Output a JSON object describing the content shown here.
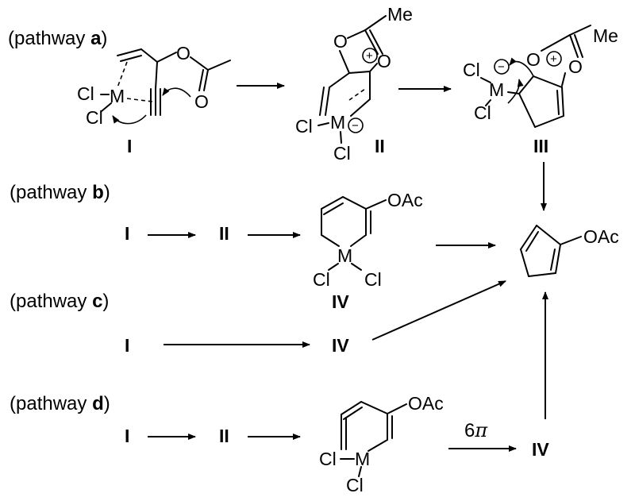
{
  "pathways": {
    "a": {
      "prefix": "(pathway ",
      "letter": "a",
      "suffix": ")"
    },
    "b": {
      "prefix": "(pathway ",
      "letter": "b",
      "suffix": ")"
    },
    "c": {
      "prefix": "(pathway ",
      "letter": "c",
      "suffix": ")"
    },
    "d": {
      "prefix": "(pathway ",
      "letter": "d",
      "suffix": ")"
    }
  },
  "compounds": {
    "I": "I",
    "II": "II",
    "III": "III",
    "IV": "IV"
  },
  "atoms": {
    "Cl": "Cl",
    "M": "M",
    "O": "O",
    "Me": "Me",
    "OAc": "OAc",
    "plus": "+",
    "minus": "−"
  },
  "arrow_labels": {
    "six_pi_number": "6",
    "six_pi_symbol": "π"
  }
}
